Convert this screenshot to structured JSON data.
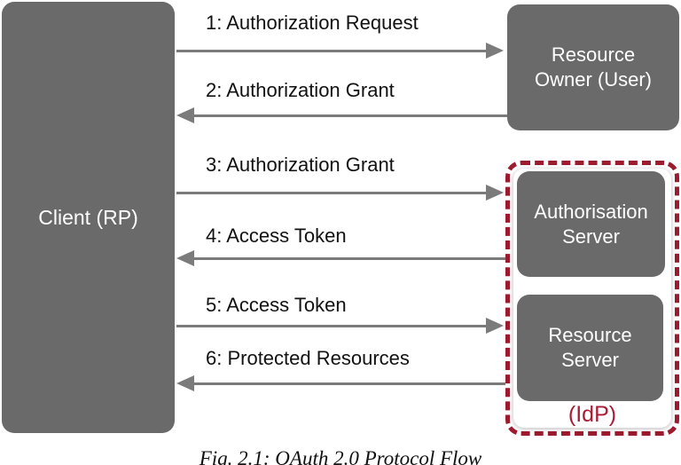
{
  "diagram": {
    "title_context": "OAuth 2.0 protocol flow diagram",
    "colors": {
      "node_gray": "#6a6a6a",
      "node_text": "#ffffff",
      "arrow_gray": "#7b7b7b",
      "message_text": "#111111",
      "idp_border_red": "#9c1b2e",
      "idp_label_red": "#a81c35",
      "background": "#ffffff"
    },
    "nodes": {
      "client": {
        "label": "Client (RP)"
      },
      "resource_owner": {
        "line1": "Resource",
        "line2": "Owner (User)"
      },
      "authorisation_server": {
        "line1": "Authorisation",
        "line2": "Server"
      },
      "resource_server": {
        "line1": "Resource",
        "line2": "Server"
      },
      "idp_group": {
        "label": "(IdP)"
      }
    },
    "messages": [
      {
        "step": 1,
        "label": "1: Authorization Request",
        "direction": "right",
        "from": "client",
        "to": "resource_owner"
      },
      {
        "step": 2,
        "label": "2: Authorization Grant",
        "direction": "left",
        "from": "resource_owner",
        "to": "client"
      },
      {
        "step": 3,
        "label": "3: Authorization Grant",
        "direction": "right",
        "from": "client",
        "to": "authorisation_server"
      },
      {
        "step": 4,
        "label": "4: Access Token",
        "direction": "left",
        "from": "authorisation_server",
        "to": "client"
      },
      {
        "step": 5,
        "label": "5: Access Token",
        "direction": "right",
        "from": "client",
        "to": "resource_server"
      },
      {
        "step": 6,
        "label": "6: Protected Resources",
        "direction": "left",
        "from": "resource_server",
        "to": "client"
      }
    ],
    "caption": "Fig. 2.1: OAuth 2.0 Protocol Flow"
  }
}
